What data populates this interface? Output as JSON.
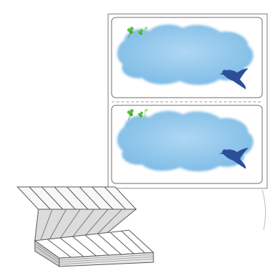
{
  "product": {
    "label_sheet": {
      "labels": [
        {
          "art": "sky-cloud-swallow-clover",
          "colors": {
            "cloud": "#8cc3ea",
            "bird": "#2d4f99",
            "clover": "#5cbf3c"
          }
        },
        {
          "art": "sky-cloud-swallow-clover",
          "colors": {
            "cloud": "#8cc3ea",
            "bird": "#2d4f99",
            "clover": "#5cbf3c"
          }
        }
      ],
      "perforation": "dashed",
      "outline_color": "#6a6a6a"
    },
    "fanfold_stack": {
      "outline_color": "#555555",
      "fill_color": "#d9d9d9"
    }
  }
}
